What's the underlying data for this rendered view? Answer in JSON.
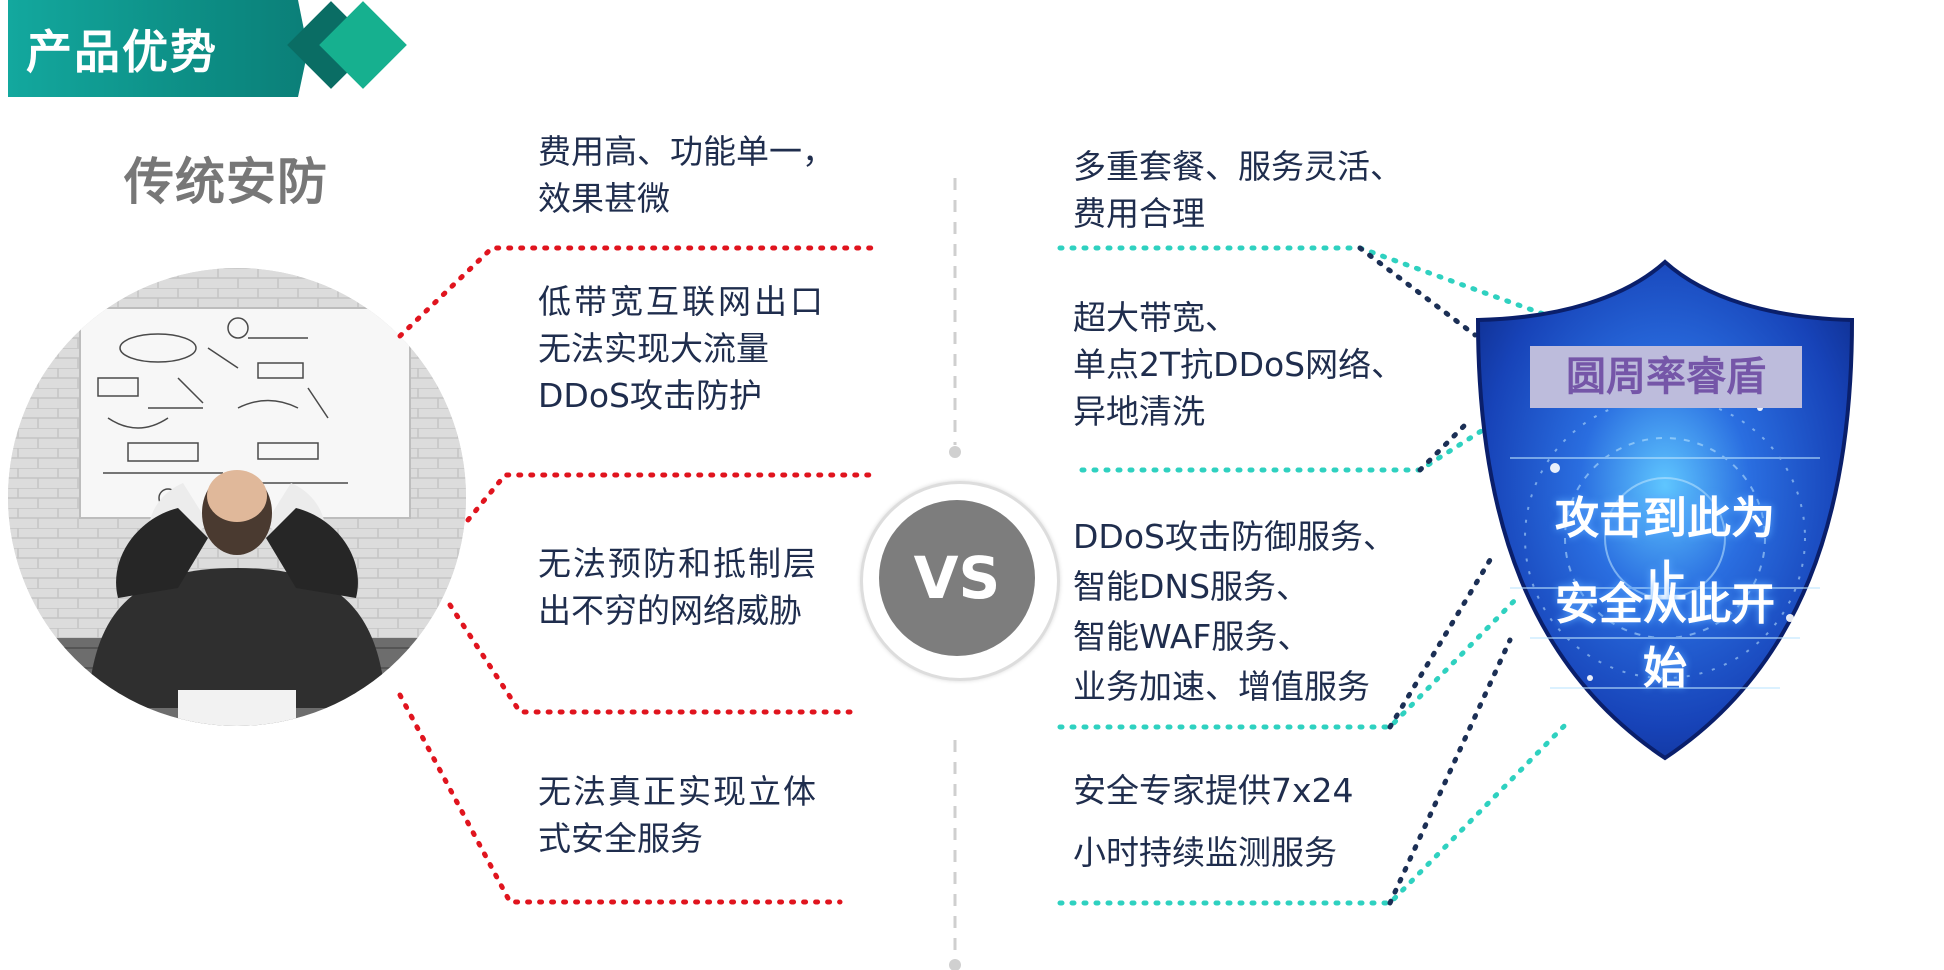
{
  "header": {
    "title": "产品优势"
  },
  "traditional": {
    "title": "传统安防"
  },
  "left_points": [
    {
      "line1": "费用高、功能单一，",
      "line2": "效果甚微"
    },
    {
      "line1": "低带宽互联网出口",
      "line2": "无法实现大流量",
      "line3": "DDoS攻击防护"
    },
    {
      "line1": "无法预防和抵制层",
      "line2": "出不穷的网络威胁"
    },
    {
      "line1": "无法真正实现立体",
      "line2": "式安全服务"
    }
  ],
  "vs": {
    "label": "VS"
  },
  "right_points": [
    {
      "line1": "多重套餐、服务灵活、",
      "line2": "费用合理"
    },
    {
      "line1": "超大带宽、",
      "line2": "单点2T抗DDoS网络、",
      "line3": "异地清洗"
    },
    {
      "line1": "DDoS攻击防御服务、",
      "line2": "智能DNS服务、",
      "line3": "智能WAF服务、",
      "line4": "业务加速、增值服务"
    },
    {
      "line1": "安全专家提供7x24",
      "line2": "小时持续监测服务"
    }
  ],
  "shield": {
    "brand": "圆周率睿盾",
    "line1": "攻击到此为止",
    "line2": "安全从此开始"
  },
  "colors": {
    "accent_teal": "#13a89e",
    "left_dots": "#e0141e",
    "right_dots_teal": "#2fd1c0",
    "right_dots_navy": "#1b2f55",
    "shield_blue": "#1d4fc8",
    "vs_gray": "#7d7d7d"
  }
}
